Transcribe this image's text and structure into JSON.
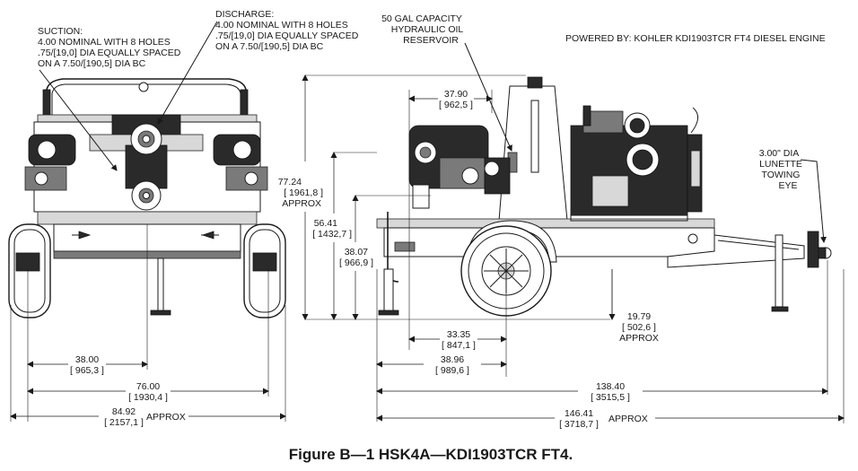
{
  "notes": {
    "suction": [
      "SUCTION:",
      "4.00 NOMINAL WITH 8 HOLES",
      ".75/[19,0] DIA EQUALLY SPACED",
      "ON A 7.50/[190,5] DIA BC"
    ],
    "discharge": [
      "DISCHARGE:",
      "4.00 NOMINAL WITH 8 HOLES",
      ".75/[19,0] DIA EQUALLY SPACED",
      "ON A 7.50/[190,5] DIA BC"
    ],
    "reservoir": [
      "50 GAL CAPACITY",
      "HYDRAULIC OIL",
      "RESERVOIR"
    ],
    "engine": "POWERED BY: KOHLER KDI1903TCR FT4 DIESEL ENGINE",
    "lunette": [
      "3.00\" DIA",
      "LUNETTE",
      "TOWING",
      "EYE"
    ]
  },
  "dimensions": {
    "front_38_00": {
      "value": "38.00",
      "metric": "[ 965,3 ]"
    },
    "front_76_00": {
      "value": "76.00",
      "metric": "[ 1930,4 ]"
    },
    "front_84_92": {
      "value": "84.92",
      "metric": "[ 2157,1 ]",
      "suffix": "APPROX"
    },
    "side_37_90": {
      "value": "37.90",
      "metric": "[ 962,5 ]"
    },
    "side_77_24": {
      "value": "77.24",
      "metric": "[ 1961,8 ]",
      "suffix": "APPROX"
    },
    "side_56_41": {
      "value": "56.41",
      "metric": "[ 1432,7 ]"
    },
    "side_38_07": {
      "value": "38.07",
      "metric": "[ 966,9 ]"
    },
    "side_19_79": {
      "value": "19.79",
      "metric": "[ 502,6 ]",
      "suffix": "APPROX"
    },
    "side_33_35": {
      "value": "33.35",
      "metric": "[ 847,1 ]"
    },
    "side_38_96": {
      "value": "38.96",
      "metric": "[ 989,6 ]"
    },
    "side_138_40": {
      "value": "138.40",
      "metric": "[ 3515,5 ]"
    },
    "side_146_41": {
      "value": "146.41",
      "metric": "[ 3718,7 ]",
      "suffix": "APPROX"
    }
  },
  "caption": "Figure B—1 HSK4A—KDI1903TCR FT4."
}
